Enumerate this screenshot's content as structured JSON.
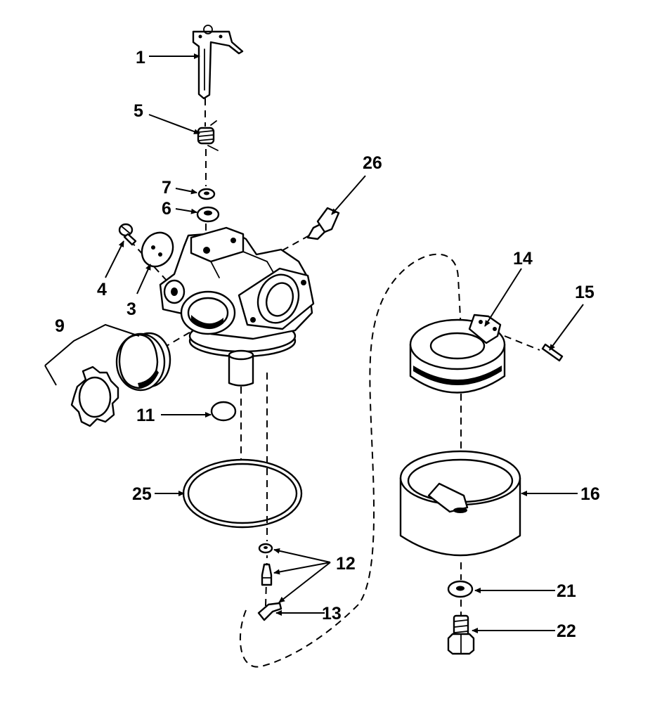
{
  "labels": {
    "p1": "1",
    "p3": "3",
    "p4": "4",
    "p5": "5",
    "p6": "6",
    "p7": "7",
    "p9": "9",
    "p11": "11",
    "p12": "12",
    "p13": "13",
    "p14": "14",
    "p15": "15",
    "p16": "16",
    "p21": "21",
    "p22": "22",
    "p25": "25",
    "p26": "26"
  },
  "colors": {
    "ink": "#000000",
    "paper": "#ffffff"
  }
}
